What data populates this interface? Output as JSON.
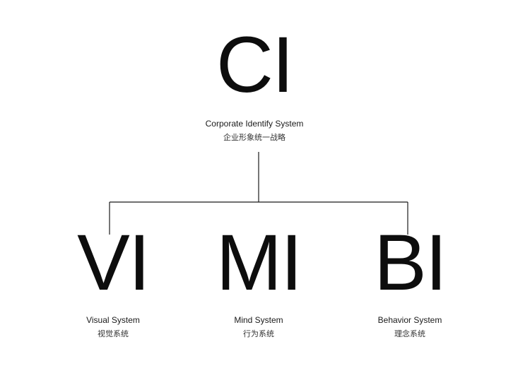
{
  "root": {
    "acronym": "CI",
    "title_en": "Corporate Identify System",
    "title_zh": "企业形象统一战略"
  },
  "children": [
    {
      "acronym": "VI",
      "title_en": "Visual System",
      "title_zh": "视觉系统"
    },
    {
      "acronym": "MI",
      "title_en": "Mind System",
      "title_zh": "行为系统"
    },
    {
      "acronym": "BI",
      "title_en": "Behavior System",
      "title_zh": "理念系统"
    }
  ]
}
